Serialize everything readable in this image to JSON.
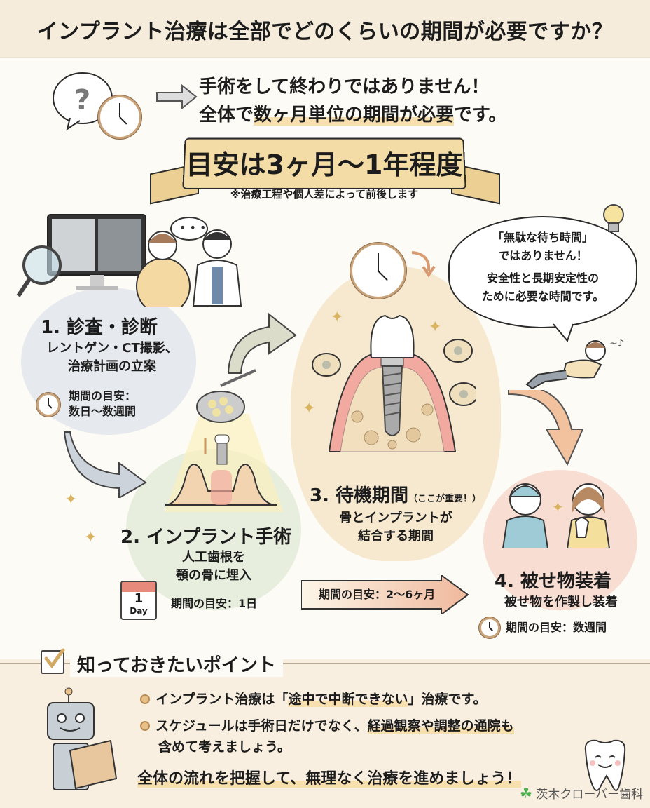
{
  "header": {
    "title": "インプラント治療は全部でどのくらいの期間が必要ですか？"
  },
  "intro": {
    "line1": "手術をして終わりではありません！",
    "line2_prefix": "全体で",
    "line2_highlight": "数ヶ月単位の期間が必要",
    "line2_suffix": "です。",
    "icons": [
      "question-bubble-icon",
      "clock-icon",
      "arrow-right-icon"
    ]
  },
  "ribbon": {
    "title": "目安は3ヶ月〜1年程度",
    "note": "※治療工程や個人差によって前後します"
  },
  "steps": [
    {
      "title": "1. 診査・診断",
      "description_lines": [
        "レントゲン・CT撮影、",
        "治療計画の立案"
      ],
      "duration_label": "期間の目安：",
      "duration_value": "数日〜数週間",
      "colors": {
        "blob": "#e3e8ee"
      }
    },
    {
      "title": "2. インプラント手術",
      "description_lines": [
        "人工歯根を",
        "顎の骨に埋入"
      ],
      "duration": "期間の目安：1日",
      "calendar": {
        "number": "1",
        "label": "Day"
      },
      "colors": {
        "blob": "#e4ecdc"
      }
    },
    {
      "title": "3. 待機期間",
      "note": "（ここが重要！）",
      "description_lines": [
        "骨とインプラントが",
        "結合する期間"
      ],
      "colors": {
        "blob": "#f6e9cf"
      }
    },
    {
      "title": "4. 被せ物装着",
      "description_lines": [
        "被せ物を作製し装着"
      ],
      "duration": "期間の目安：数週間",
      "colors": {
        "blob": "#f8ddd2"
      }
    }
  ],
  "waiting_arrow": {
    "label": "期間の目安：2〜6ヶ月",
    "color": "#f0b89c"
  },
  "bubble": {
    "lines": [
      "「無駄な待ち時間」",
      "ではありません！",
      "安全性と長期安定性の",
      "ために必要な時間です。"
    ]
  },
  "points": {
    "title": "知っておきたいポイント",
    "items": [
      {
        "prefix": "インプラント治療は「",
        "highlight": "途中で中断できない",
        "suffix": "」治療です。"
      },
      {
        "prefix": "スケジュールは手術日だけでなく、",
        "highlight": "経過観察や調整の通院も",
        "line2": "含めて考えましょう。"
      }
    ],
    "closing": "全体の流れを把握して、無理なく治療を進めましょう！"
  },
  "logo": {
    "text": "茨木クローバー歯科",
    "icon": "clover-icon"
  },
  "colors": {
    "background": "#fdfbf6",
    "header_band": "#f5ecdc",
    "ribbon": "#f3dca6",
    "highlight": "#f7dfae",
    "accent_brown": "#c9a37a",
    "bottom_band": "#f8efe0"
  }
}
